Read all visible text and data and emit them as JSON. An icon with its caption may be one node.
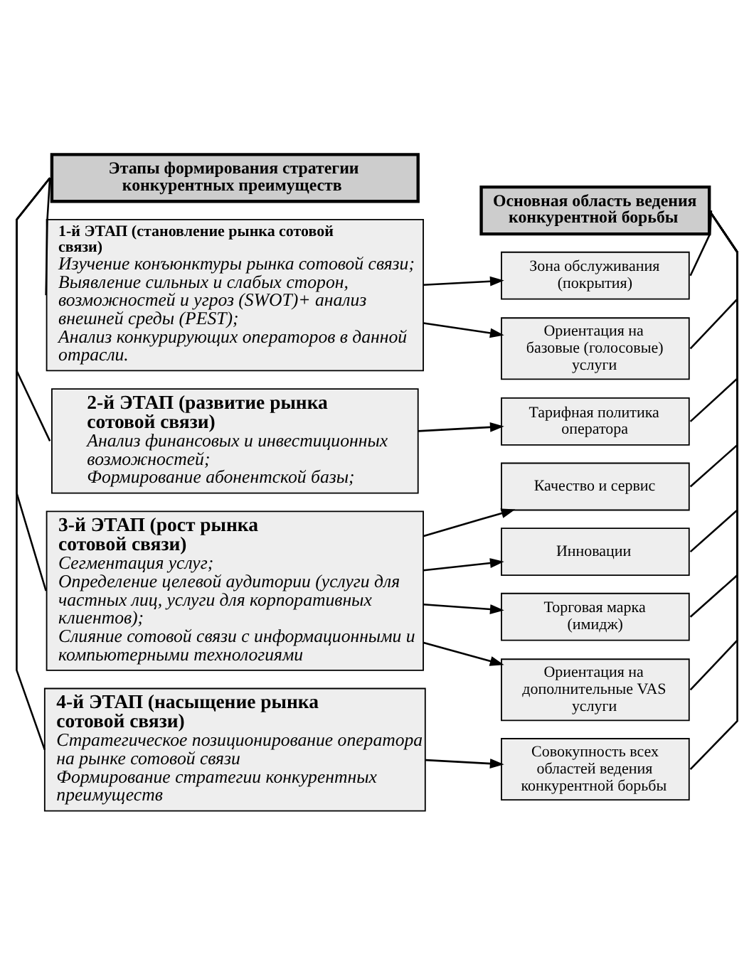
{
  "diagram": {
    "nodes": [
      {
        "text": [
          "Этапы формирования стратегии конкурентных преимуществ"
        ]
      },
      {
        "text": [
          "Основная область ведения конкурентной борьбы"
        ]
      },
      {
        "text": [
          "1-й ЭТАП (становление рынка сотовой связи)",
          "Изучение конъюнктуры рынка сотовой связи;",
          "Выявление сильных и слабых сторон, возможностей и угроз (SWOT)+ анализ внешней среды (PEST);",
          "Анализ конкурирующих операторов в данной отрасли."
        ]
      },
      {
        "text": [
          "2-й ЭТАП (развитие рынка сотовой связи)",
          "Анализ финансовых и инвестиционных возможностей;",
          "Формирование абонентской базы;"
        ]
      },
      {
        "text": [
          "3-й ЭТАП (рост рынка сотовой связи)",
          "Сегментация услуг;",
          "Определение целевой аудитории (услуги для частных лиц, услуги для корпоративных клиентов);",
          "Слияние сотовой связи с информационными и компьютерными технологиями"
        ]
      },
      {
        "text": [
          "4-й ЭТАП (насыщение рынка сотовой связи)",
          "Стратегическое позиционирование оператора на рынке сотовой связи",
          "Формирование стратегии конкурентных преимуществ"
        ]
      },
      {
        "text": [
          "Зона обслуживания (покрытия)"
        ]
      },
      {
        "text": [
          "Ориентация на базовые (голосовые) услуги"
        ]
      },
      {
        "text": [
          "Тарифная политика оператора"
        ]
      },
      {
        "text": [
          "Качество и сервис"
        ]
      },
      {
        "text": [
          "Инновации"
        ]
      },
      {
        "text": [
          "Торговая марка (имидж)"
        ]
      },
      {
        "text": [
          "Ориентация на дополнительные VAS услуги"
        ]
      },
      {
        "text": [
          "Совокупность всех областей ведения конкурентной борьбы"
        ]
      }
    ],
    "edges": [
      {
        "from": 0,
        "to": 2,
        "arrow": "none"
      },
      {
        "from": 0,
        "to": 3,
        "arrow": "none"
      },
      {
        "from": 0,
        "to": 4,
        "arrow": "none"
      },
      {
        "from": 0,
        "to": 5,
        "arrow": "none"
      },
      {
        "from": 1,
        "to": 6,
        "arrow": "none"
      },
      {
        "from": 1,
        "to": 7,
        "arrow": "none"
      },
      {
        "from": 1,
        "to": 8,
        "arrow": "none"
      },
      {
        "from": 1,
        "to": 9,
        "arrow": "none"
      },
      {
        "from": 1,
        "to": 10,
        "arrow": "none"
      },
      {
        "from": 1,
        "to": 11,
        "arrow": "none"
      },
      {
        "from": 1,
        "to": 12,
        "arrow": "none"
      },
      {
        "from": 1,
        "to": 13,
        "arrow": "none"
      },
      {
        "from": 2,
        "to": 6,
        "arrow": "to"
      },
      {
        "from": 2,
        "to": 7,
        "arrow": "to"
      },
      {
        "from": 3,
        "to": 8,
        "arrow": "to"
      },
      {
        "from": 4,
        "to": 9,
        "arrow": "to"
      },
      {
        "from": 4,
        "to": 10,
        "arrow": "to"
      },
      {
        "from": 4,
        "to": 11,
        "arrow": "to"
      },
      {
        "from": 4,
        "to": 12,
        "arrow": "to"
      },
      {
        "from": 5,
        "to": 13,
        "arrow": "to"
      }
    ]
  }
}
